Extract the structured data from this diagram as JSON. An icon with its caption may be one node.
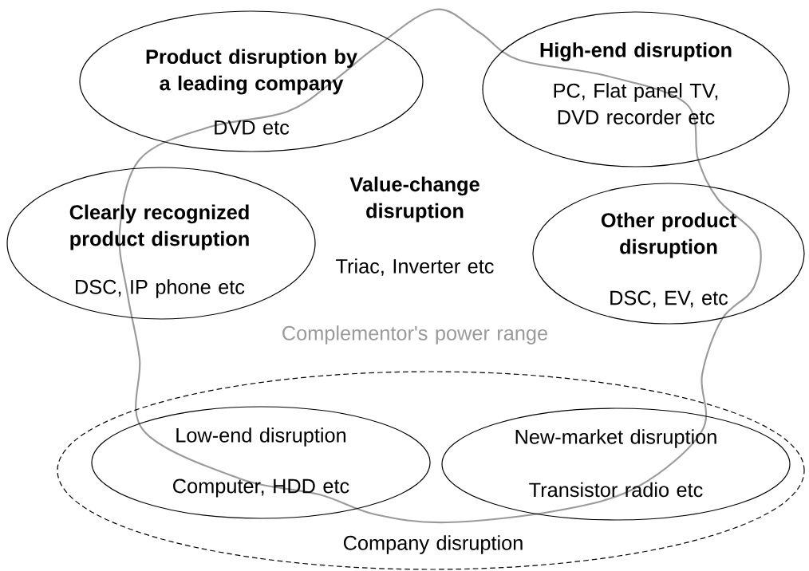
{
  "diagram": {
    "nodes": [
      {
        "text": [
          "Value-change disruption",
          "Triac, Inverter etc",
          "Complementor's power range"
        ]
      },
      {
        "text": [
          "Product disruption by a leading company",
          "DVD etc"
        ]
      },
      {
        "text": [
          "High-end disruption",
          "PC, Flat panel TV, DVD recorder etc"
        ]
      },
      {
        "text": [
          "Clearly recognized product disruption",
          "DSC, IP phone etc"
        ]
      },
      {
        "text": [
          "Other product disruption",
          "DSC, EV, etc"
        ]
      },
      {
        "text": [
          "Company disruption"
        ]
      },
      {
        "text": [
          "Low-end disruption",
          "Computer, HDD etc"
        ],
        "in": 5
      },
      {
        "text": [
          "New-market disruption",
          "Transistor radio etc"
        ],
        "in": 5
      }
    ]
  }
}
